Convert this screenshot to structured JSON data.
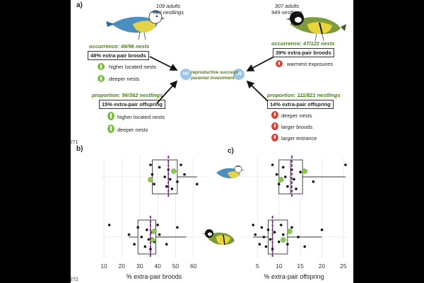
{
  "line_numbers": {
    "first": "271",
    "second": "272"
  },
  "panel_a": {
    "label": "a)",
    "blue_tit": {
      "adults": "109 adults",
      "nestlings": "780 nestlings"
    },
    "great_tit": {
      "adults": "307 adults",
      "nestlings": "949 nestlings"
    },
    "center_text": {
      "line1": "reproductive success",
      "line2": "parental investment"
    },
    "ns_label": "NS",
    "left": {
      "occurrence_title": "occurrence: 46/96 nests",
      "occurrence_box": "48% extra-pair broods",
      "occurrence_items": [
        "higher located nests",
        "deeper nests"
      ],
      "proportion_title": "proportion: 56/362 nestlings",
      "proportion_box": "15% extra-pair offspring",
      "proportion_items": [
        "higher located nests",
        "deeper nests"
      ]
    },
    "right": {
      "occurrence_title": "occurrence: 47/122 nests",
      "occurrence_box": "39% extra-pair broods",
      "occurrence_items": [
        "warmest exposures"
      ],
      "proportion_title": "proportion: 111/821 nestlings",
      "proportion_box": "14% extra-pair offspring",
      "proportion_items": [
        "deeper nests",
        "larger broods",
        "larger entrance"
      ]
    },
    "colors": {
      "positive": "#7cbf45",
      "negative": "#d9473a",
      "ns": "#9cc4e6",
      "title_green": "#4e7d1c"
    },
    "positive_icon": "up-arrow-icon",
    "negative_icon": "exclamation-icon"
  },
  "chart_data": [
    {
      "type": "box",
      "panel_label": "b)",
      "xlabel": "% extra-pair broods",
      "ticks": [
        10,
        20,
        30,
        40,
        50,
        60
      ],
      "xlim": [
        8,
        68
      ],
      "mean_color": "#8b1a9b",
      "groups": [
        {
          "species": "blue tit",
          "q1": 37,
          "median": 46,
          "q3": 51,
          "whisker_low": 37,
          "whisker_high": 62,
          "mean": 46,
          "points": [
            36,
            37,
            38,
            41,
            44,
            45,
            46,
            47,
            48,
            49,
            51,
            53,
            55,
            62
          ],
          "highlight_points": [
            36,
            49
          ]
        },
        {
          "species": "great tit",
          "q1": 29,
          "median": 36,
          "q3": 39,
          "whisker_low": 24,
          "whisker_high": 56,
          "mean": 36,
          "points": [
            13,
            24,
            27,
            29,
            31,
            33,
            34,
            35,
            36,
            37,
            38,
            40,
            41,
            45,
            51
          ],
          "highlight_points": [
            37,
            38
          ]
        }
      ]
    },
    {
      "type": "box",
      "panel_label": "c)",
      "xlabel": "% extra-pair offspring",
      "ticks": [
        5,
        10,
        15,
        20,
        25
      ],
      "xlim": [
        1,
        26
      ],
      "mean_color": "#8b1a9b",
      "groups": [
        {
          "species": "blue tit",
          "q1": 10,
          "median": 12.7,
          "q3": 15.5,
          "whisker_low": 10,
          "whisker_high": 25.5,
          "mean": 13,
          "points": [
            8.5,
            9.5,
            10,
            11,
            11.5,
            12,
            13,
            13.5,
            14,
            15,
            18,
            25.5
          ],
          "highlight_points": [
            10.5,
            16
          ]
        },
        {
          "species": "great tit",
          "q1": 7.5,
          "median": 8.5,
          "q3": 12,
          "whisker_low": 4,
          "whisker_high": 20,
          "mean": 8.5,
          "points": [
            4,
            4.5,
            5.5,
            6,
            6.5,
            7,
            7.5,
            8,
            8.5,
            9,
            10,
            10.5,
            11,
            12,
            13,
            14.5,
            16,
            20
          ],
          "highlight_points": [
            11,
            12.5
          ]
        }
      ]
    }
  ]
}
